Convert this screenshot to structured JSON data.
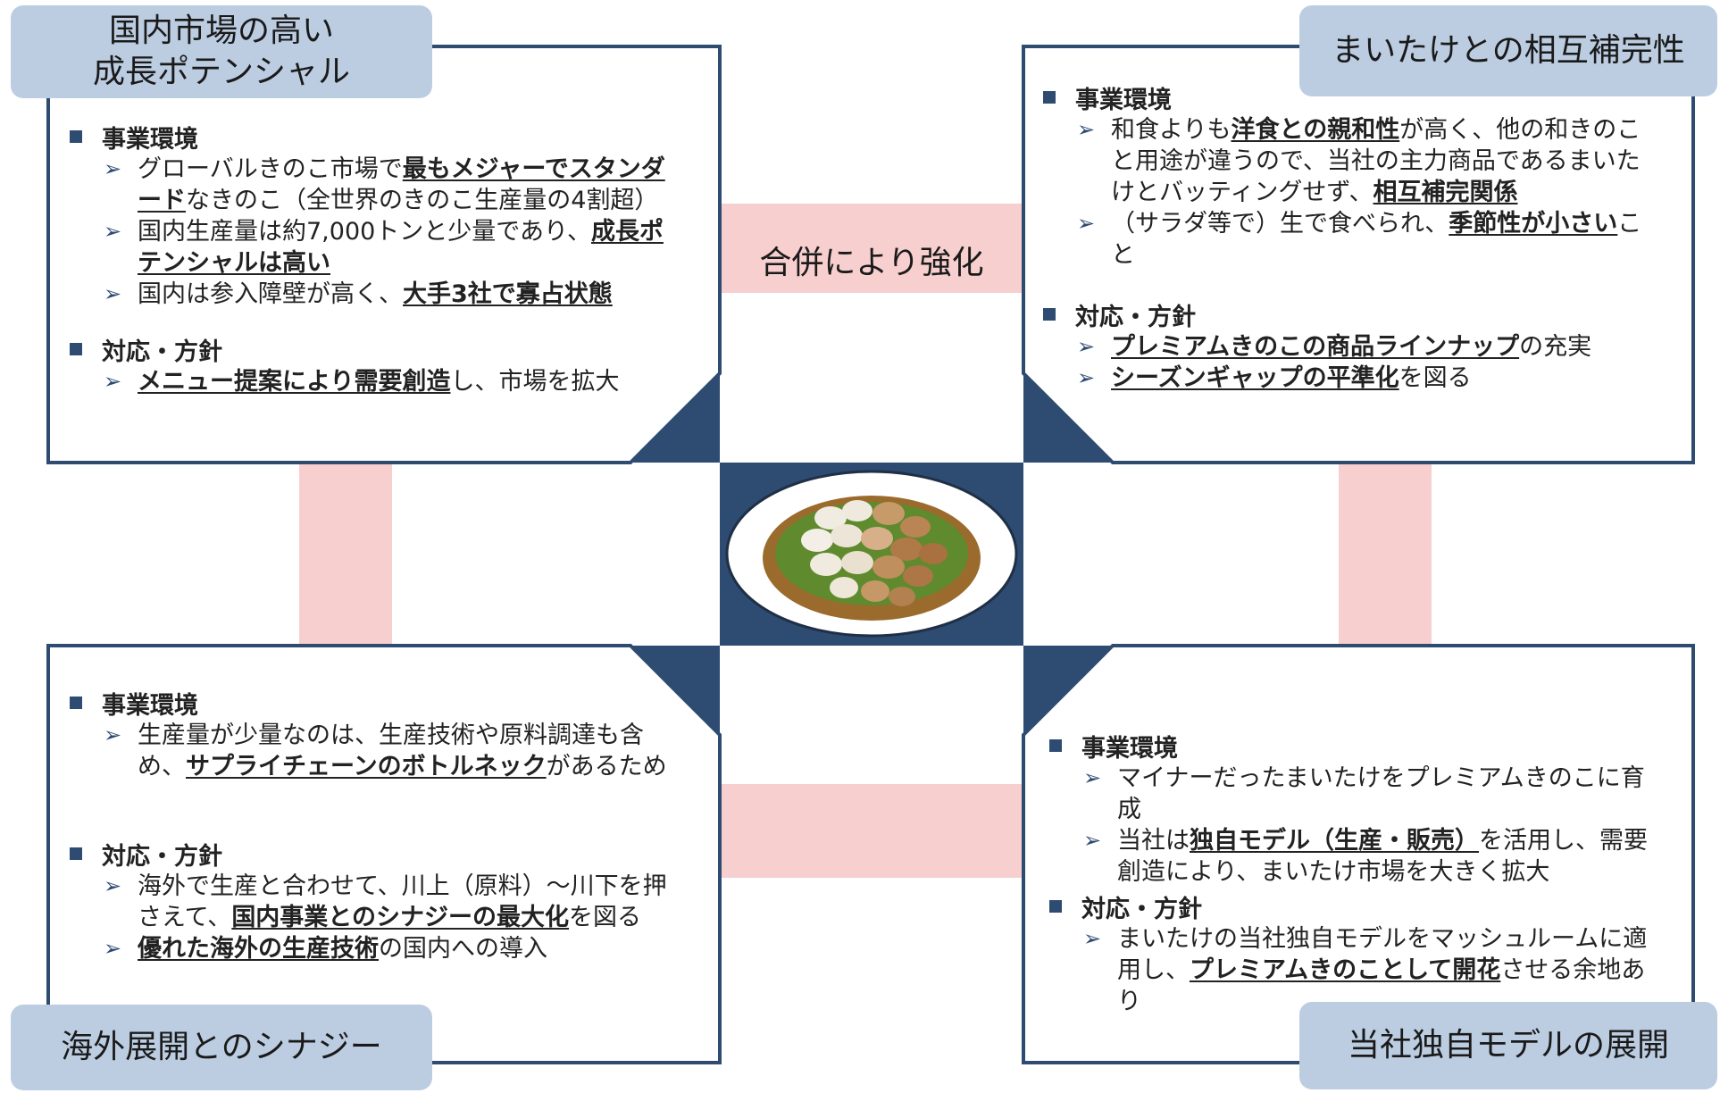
{
  "center": {
    "label": "合併により強化",
    "image_name": "mushroom-basket-image"
  },
  "colors": {
    "navy": "#2e4b72",
    "tag_blue": "#bccde2",
    "connector_pink": "#f8cfcf"
  },
  "top_left": {
    "title": "国内市場の高い\n成長ポテンシャル",
    "sections": [
      {
        "heading": "事業環境",
        "items": [
          [
            {
              "t": "グローバルきのこ市場で"
            },
            {
              "t": "最もメジャーでスタンダード",
              "u": true
            },
            {
              "t": "なきのこ（全世界のきのこ生産量の4割超）"
            }
          ],
          [
            {
              "t": "国内生産量は約7,000トンと少量であり、"
            },
            {
              "t": "成長ポテンシャルは高い",
              "u": true
            }
          ],
          [
            {
              "t": "国内は参入障壁が高く、"
            },
            {
              "t": "大手3社で寡占状態",
              "u": true
            }
          ]
        ]
      },
      {
        "heading": "対応・方針",
        "items": [
          [
            {
              "t": "メニュー提案により需要創造",
              "u": true
            },
            {
              "t": "し、市場を拡大"
            }
          ]
        ]
      }
    ]
  },
  "top_right": {
    "title": "まいたけとの相互補完性",
    "sections": [
      {
        "heading": "事業環境",
        "items": [
          [
            {
              "t": "和食よりも"
            },
            {
              "t": "洋食との親和性",
              "u": true
            },
            {
              "t": "が高く、他の和きのこと用途が違うので、当社の主力商品であるまいたけとバッティングせず、"
            },
            {
              "t": "相互補完関係",
              "u": true
            }
          ],
          [
            {
              "t": "（サラダ等で）生で食べられ、"
            },
            {
              "t": "季節性が小さい",
              "u": true
            },
            {
              "t": "こと"
            }
          ]
        ]
      },
      {
        "heading": "対応・方針",
        "items": [
          [
            {
              "t": "プレミアムきのこの商品ラインナップ",
              "u": true
            },
            {
              "t": "の充実"
            }
          ],
          [
            {
              "t": "シーズンギャップの平準化",
              "u": true
            },
            {
              "t": "を図る"
            }
          ]
        ]
      }
    ]
  },
  "bottom_left": {
    "title": "海外展開とのシナジー",
    "sections": [
      {
        "heading": "事業環境",
        "items": [
          [
            {
              "t": "生産量が少量なのは、生産技術や原料調達も含め、"
            },
            {
              "t": "サプライチェーンのボトルネック",
              "u": true
            },
            {
              "t": "があるため"
            }
          ]
        ]
      },
      {
        "heading": "対応・方針",
        "items": [
          [
            {
              "t": "海外で生産と合わせて、川上（原料）～川下を押さえて、"
            },
            {
              "t": "国内事業とのシナジーの最大化",
              "u": true
            },
            {
              "t": "を図る"
            }
          ],
          [
            {
              "t": "優れた海外の生産技術",
              "u": true
            },
            {
              "t": "の国内への導入"
            }
          ]
        ]
      }
    ]
  },
  "bottom_right": {
    "title": "当社独自モデルの展開",
    "sections": [
      {
        "heading": "事業環境",
        "items": [
          [
            {
              "t": "マイナーだったまいたけをプレミアムきのこに育成"
            }
          ],
          [
            {
              "t": "当社は"
            },
            {
              "t": "独自モデル（生産・販売）",
              "u": true
            },
            {
              "t": "を活用し、需要創造により、まいたけ市場を大きく拡大"
            }
          ]
        ]
      },
      {
        "heading": "対応・方針",
        "items": [
          [
            {
              "t": "まいたけの当社独自モデルをマッシュルームに適用し、"
            },
            {
              "t": "プレミアムきのことして開花",
              "u": true
            },
            {
              "t": "させる余地あり"
            }
          ]
        ]
      }
    ]
  }
}
